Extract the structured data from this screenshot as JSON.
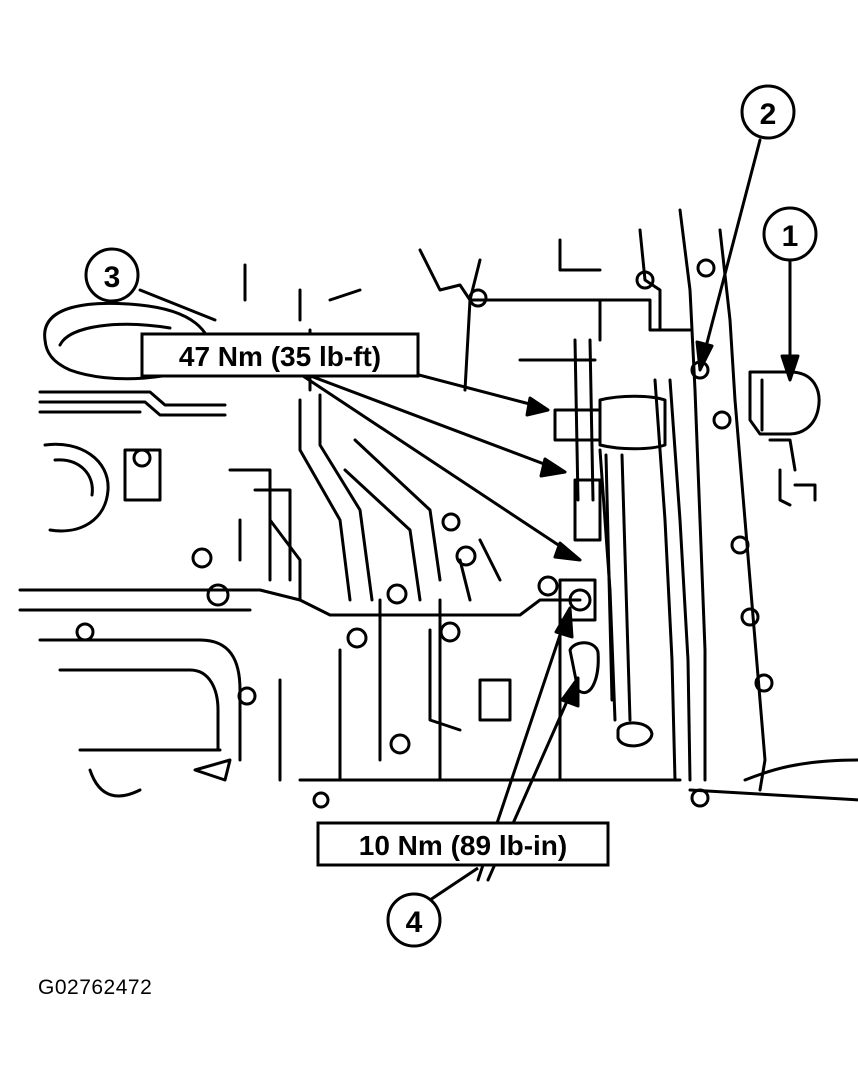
{
  "diagram": {
    "callouts": [
      "1",
      "2",
      "3",
      "4"
    ],
    "torque_labels": {
      "upper": "47 Nm (35 lb-ft)",
      "lower": "10 Nm (89 lb-in)"
    },
    "figure_id": "G02762472"
  }
}
